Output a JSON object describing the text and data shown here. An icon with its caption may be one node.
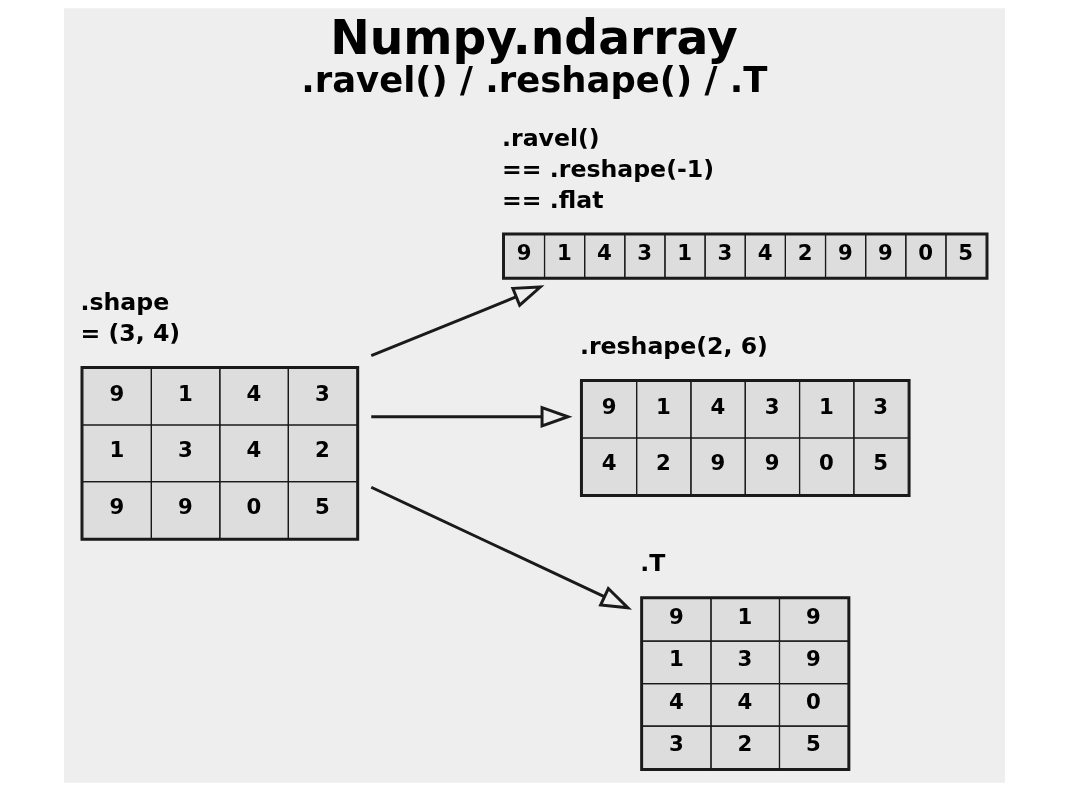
{
  "diagram": {
    "title": "Numpy.ndarray",
    "caption": ".ravel() / .reshape() / .T",
    "nodes": [
      {
        "text": [
          ".shape",
          "= (3, 4)",
          "9",
          "1",
          "4",
          "3",
          "1",
          "3",
          "4",
          "2",
          "9",
          "9",
          "0",
          "5"
        ]
      },
      {
        "text": [
          ".ravel()",
          "== .reshape(-1)",
          "== .flat",
          "9",
          "1",
          "4",
          "3",
          "1",
          "3",
          "4",
          "2",
          "9",
          "9",
          "0",
          "5"
        ]
      },
      {
        "text": [
          ".reshape(2, 6)",
          "9",
          "1",
          "4",
          "3",
          "1",
          "3",
          "4",
          "2",
          "9",
          "9",
          "0",
          "5"
        ]
      },
      {
        "text": [
          ".T",
          "9",
          "1",
          "9",
          "1",
          "3",
          "9",
          "4",
          "4",
          "0",
          "3",
          "2",
          "5"
        ]
      }
    ],
    "edges": [
      {
        "from": 0,
        "to": 1,
        "arrow": "to"
      },
      {
        "from": 0,
        "to": 2,
        "arrow": "to"
      },
      {
        "from": 0,
        "to": 3,
        "arrow": "to"
      }
    ]
  }
}
